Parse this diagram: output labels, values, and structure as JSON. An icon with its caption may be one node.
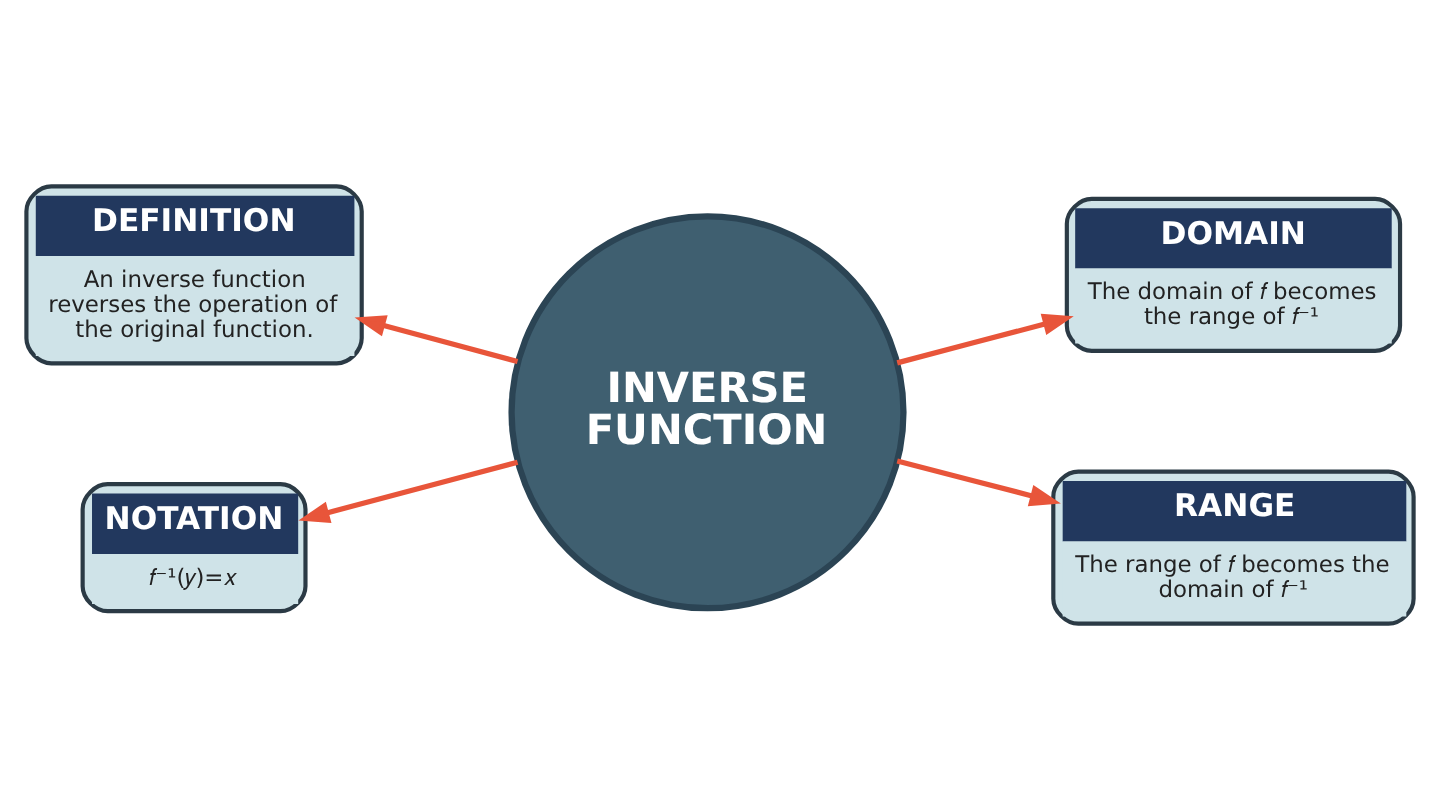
{
  "diagram": {
    "nodes": [
      {
        "text": [
          "INVERSE FUNCTION"
        ]
      },
      {
        "text": [
          "DEFINITION",
          "An inverse function reverses the operation of the original function."
        ]
      },
      {
        "text": [
          "DOMAIN",
          "The domain of 𝑓 becomes the range of 𝑓⁻¹"
        ]
      },
      {
        "text": [
          "NOTATION",
          "𝑓⁻¹(𝑦)=𝑥"
        ]
      },
      {
        "text": [
          "RANGE",
          "The range of 𝑓 becomes the domain of 𝑓⁻¹"
        ]
      }
    ],
    "edges": [
      {
        "from": 0,
        "to": 1,
        "arrow": "to",
        "color": "#e8553a"
      },
      {
        "from": 0,
        "to": 2,
        "arrow": "to",
        "color": "#e8553a"
      },
      {
        "from": 0,
        "to": 3,
        "arrow": "to",
        "color": "#e8553a"
      },
      {
        "from": 0,
        "to": 4,
        "arrow": "to",
        "color": "#e8553a"
      }
    ]
  }
}
